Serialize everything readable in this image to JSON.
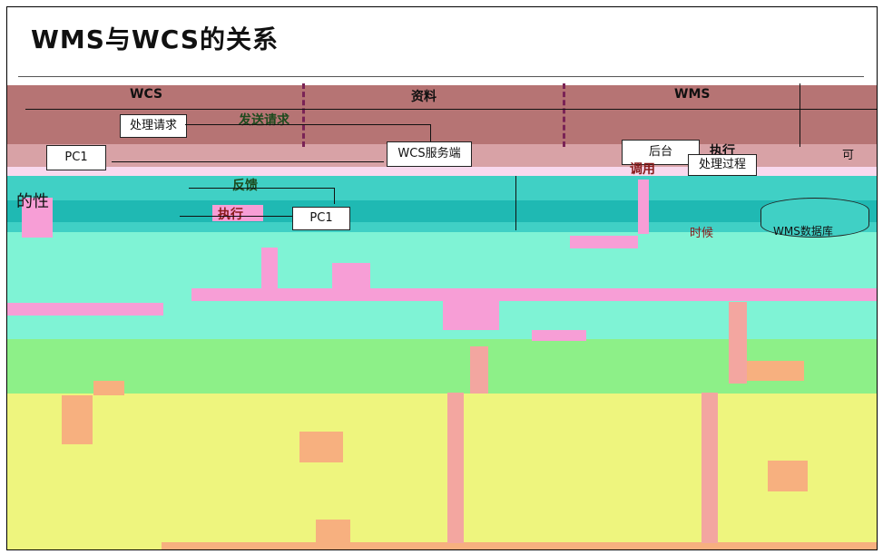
{
  "slide": {
    "title": "WMS与WCS的关系"
  },
  "diagram": {
    "header_left": "WCS",
    "header_middle": "资料",
    "header_right": "WMS",
    "request_process": "处理请求",
    "send_request": "发送请求",
    "pc_top": "PC1",
    "wcs_server": "WCS服务端",
    "backend": "后台",
    "execute_top": "执行",
    "call_label": "调用",
    "process_flow": "处理过程",
    "feedback": "反馈",
    "execute_mid": "执行",
    "pc_mid": "PC1",
    "property_text": "的性",
    "wms_database": "WMS数据库",
    "middle_label": "时候",
    "small_label": "可",
    "colors": {
      "band_top": "#b67474",
      "band_mid": "#40d0c5",
      "band_lower": "#7ff3d5",
      "band_green": "#8df088",
      "band_yellow": "#eef57e"
    }
  }
}
